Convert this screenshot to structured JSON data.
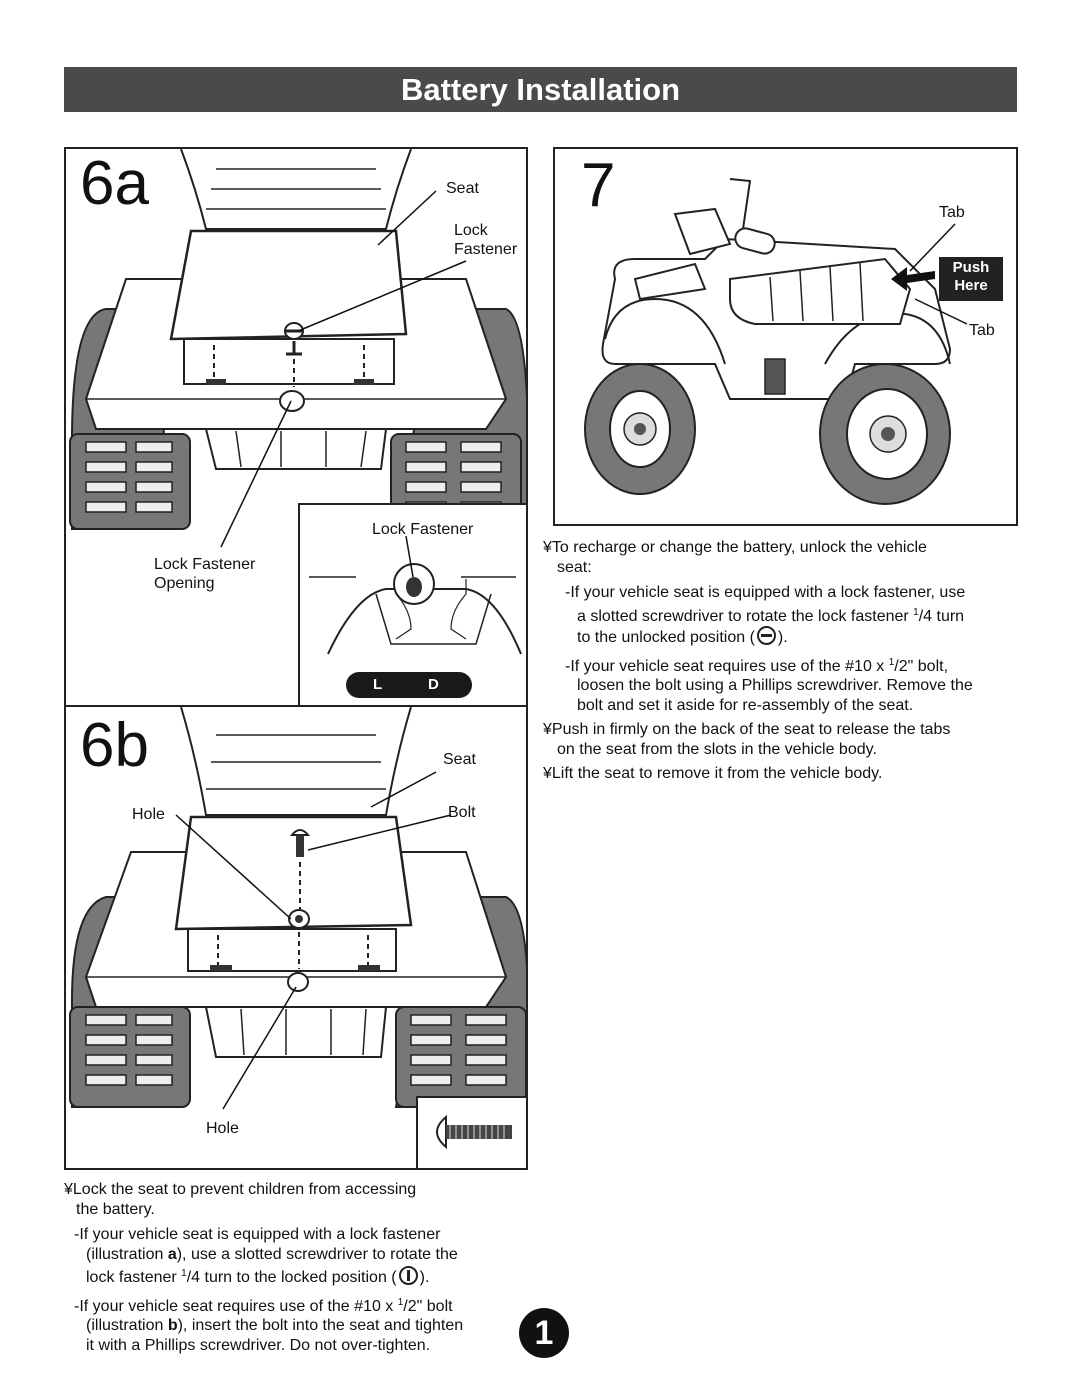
{
  "title": "Battery Installation",
  "fig6a": {
    "num": "6a",
    "seat": "Seat",
    "lock_fastener_line1": "Lock",
    "lock_fastener_line2": "Fastener",
    "inset_label": "Lock Fastener",
    "opening_line1": "Lock Fastener",
    "opening_line2": "Opening",
    "pill_left": "L",
    "pill_right": "D"
  },
  "fig6b": {
    "num": "6b",
    "seat": "Seat",
    "hole_top": "Hole",
    "bolt": "Bolt",
    "hole_bottom": "Hole"
  },
  "fig7": {
    "num": "7",
    "tab_top": "Tab",
    "tab_bottom": "Tab",
    "push_line1": "Push",
    "push_line2": "Here"
  },
  "right_text": {
    "b1": "¥To recharge or change the battery, unlock the vehicle",
    "b1b": "seat:",
    "d1_l1": "-If your vehicle seat is equipped with a lock fastener, use",
    "d1_l2a": "a slotted screwdriver to rotate the lock fastener ",
    "d1_frac_num": "1",
    "d1_frac_den": "/4 turn",
    "d1_l3a": "to the unlocked position (",
    "d1_l3b": ").",
    "d2_l1a": "-If your vehicle seat requires use of the #10 x ",
    "d2_frac_num": "1",
    "d2_frac_den": "/2\" bolt,",
    "d2_l2": "loosen the bolt using a Phillips screwdriver. Remove the",
    "d2_l3": "bolt and set it aside for re-assembly of the seat.",
    "b2_l1": "¥Push in firmly on the back of the seat to release the tabs",
    "b2_l2": "on the seat from the slots in the vehicle body.",
    "b3": "¥Lift the seat to remove it from the vehicle body."
  },
  "left_text": {
    "b1_l1": "¥Lock the seat to prevent children from accessing",
    "b1_l2": "the battery.",
    "d1_l1": "-If your vehicle seat is equipped with a lock fastener",
    "d1_l2a": "(illustration ",
    "d1_l2b": "a",
    "d1_l2c": "), use a slotted screwdriver to rotate the",
    "d1_l3a": "lock fastener ",
    "d1_frac_num": "1",
    "d1_frac_den": "/4 turn to the locked position (",
    "d1_l3b": ").",
    "d2_l1a": "-If your vehicle seat requires use of the  #10 x ",
    "d2_frac_num": "1",
    "d2_frac_den": "/2\" bolt",
    "d2_l2a": "(illustration ",
    "d2_l2b": "b",
    "d2_l2c": "), insert the bolt into the seat and tighten",
    "d2_l3": "it with a Phillips screwdriver. Do not over-tighten."
  },
  "page_number": "1"
}
